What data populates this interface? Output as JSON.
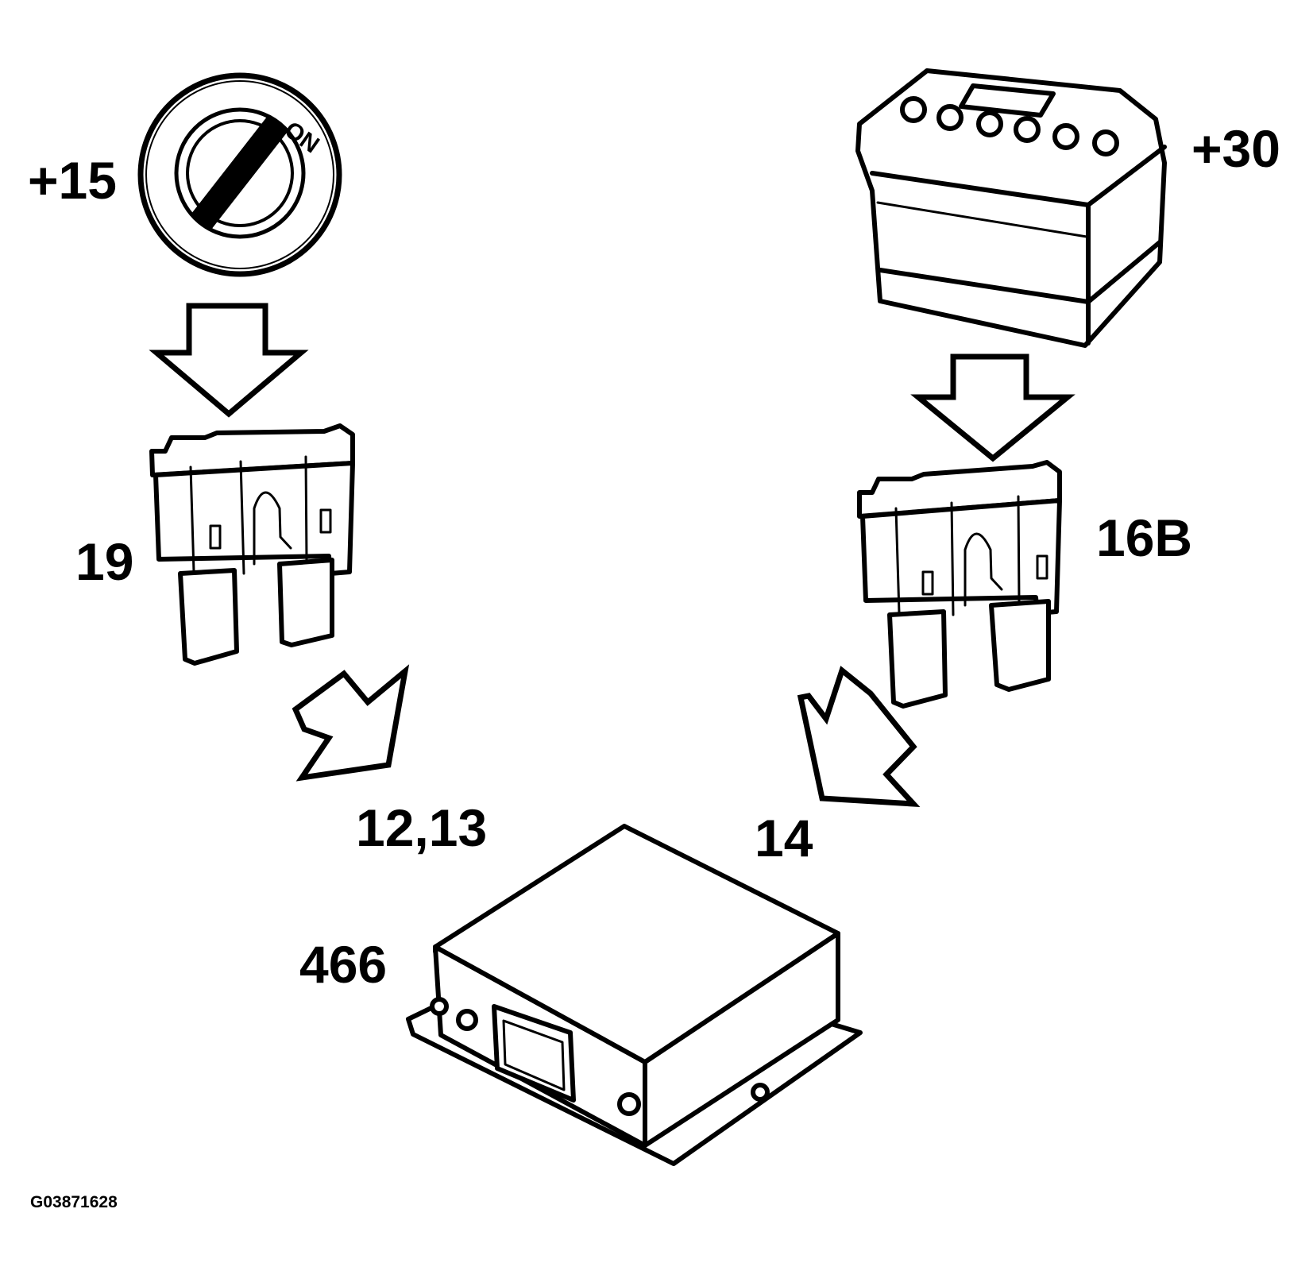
{
  "labels": {
    "ignition": "+15",
    "battery": "+30",
    "fuse_left": "19",
    "fuse_right": "16B",
    "pins_left": "12,13",
    "pin_right": "14",
    "module": "466",
    "figure_id": "G03871628"
  },
  "switch_position": "ON"
}
